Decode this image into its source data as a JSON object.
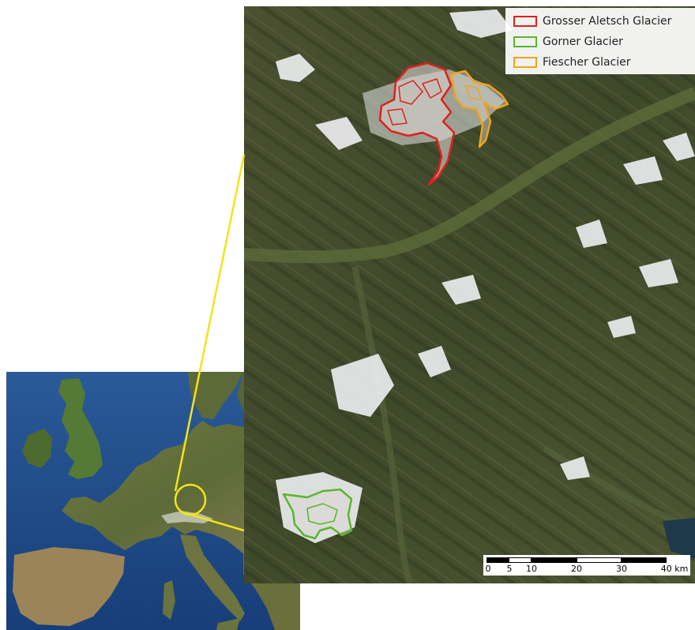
{
  "legend": {
    "items": [
      {
        "label": "Grosser Aletsch Glacier",
        "color": "#e0201c"
      },
      {
        "label": "Gorner Glacier",
        "color": "#5ab62c"
      },
      {
        "label": "Fiescher Glacier",
        "color": "#f0a418"
      }
    ]
  },
  "scale_bar": {
    "ticks": [
      "0",
      "5",
      "10",
      "20",
      "30",
      "40 km"
    ],
    "values_km": [
      0,
      5,
      10,
      20,
      30,
      40
    ]
  },
  "colors": {
    "connector": "#f4e31a",
    "ocean": "#1d4a86",
    "land": "#5a6a3a",
    "terrain": "#4c5330",
    "snow": "#eef0f2"
  }
}
